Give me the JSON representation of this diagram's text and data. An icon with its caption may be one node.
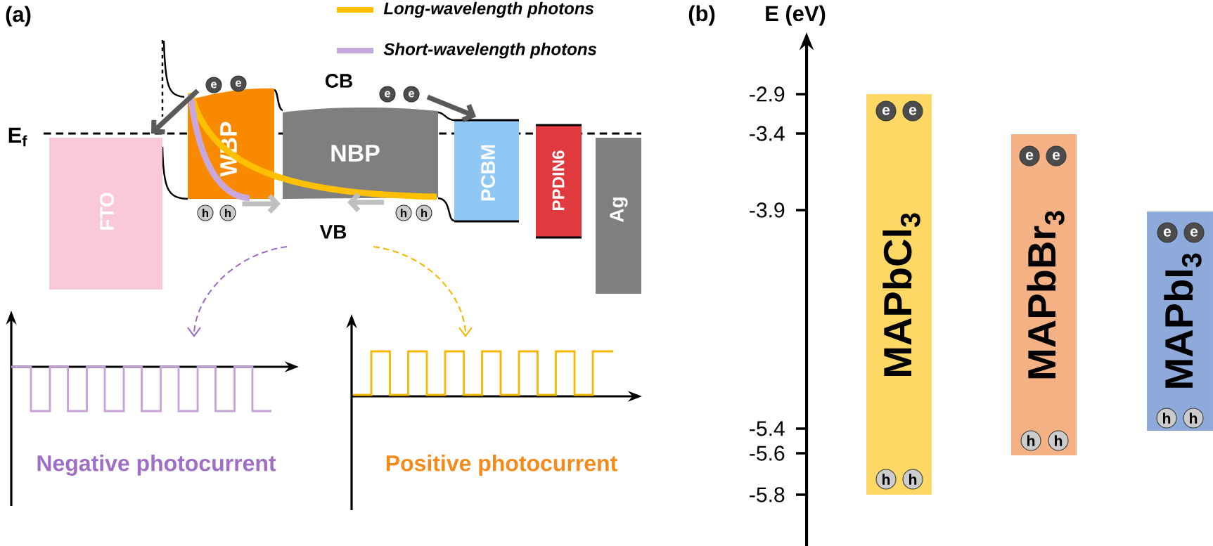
{
  "diagram": {
    "nodes": [
      {
        "text": [
          "FTO"
        ]
      },
      {
        "text": [
          "WBP"
        ]
      },
      {
        "text": [
          "NBP"
        ]
      },
      {
        "text": [
          "PCBM"
        ]
      },
      {
        "text": [
          "PPDIN6"
        ]
      },
      {
        "text": [
          "Ag"
        ]
      },
      {
        "text": [
          "Negative photocurrent"
        ]
      },
      {
        "text": [
          "Positive photocurrent"
        ]
      },
      {
        "text": [
          "MAPbCl$_{3}$"
        ]
      },
      {
        "text": [
          "MAPbBr$_{3}$"
        ]
      },
      {
        "text": [
          "MAPbI$_{3}$"
        ]
      },
      {
        "text": [
          "E$_{f}$"
        ]
      }
    ],
    "edges": [
      {
        "from": null,
        "to": 6,
        "arrow": "to",
        "style": "dashed",
        "color": "#9e6fc4"
      },
      {
        "from": null,
        "to": 7,
        "arrow": "to",
        "style": "dashed",
        "color": "#f5b800"
      },
      {
        "from": 1,
        "to": 11,
        "arrow": "to",
        "color": "#595959"
      },
      {
        "from": 2,
        "to": 3,
        "arrow": "to",
        "color": "#595959"
      },
      {
        "from": 1,
        "to": 2,
        "arrow": "to",
        "color": "#bfbfbf"
      },
      {
        "from": null,
        "to": 2,
        "arrow": "to",
        "color": "#bfbfbf"
      }
    ],
    "labels": [
      "(a)",
      "CB",
      "VB",
      "e",
      "e",
      "e",
      "e",
      "h",
      "h",
      "h",
      "h",
      "(b)",
      "E (eV)",
      "-2.9",
      "-3.4",
      "-3.9",
      "-5.4",
      "-5.6",
      "-5.8",
      "e",
      "e",
      "h",
      "h",
      "e",
      "e",
      "h",
      "h",
      "e",
      "e",
      "h",
      "h"
    ],
    "legend": [
      {
        "text": "Long-wavelength photons",
        "color": "#ffc000"
      },
      {
        "text": "Short-wavelength photons",
        "color": "#c8a8dc"
      }
    ]
  }
}
